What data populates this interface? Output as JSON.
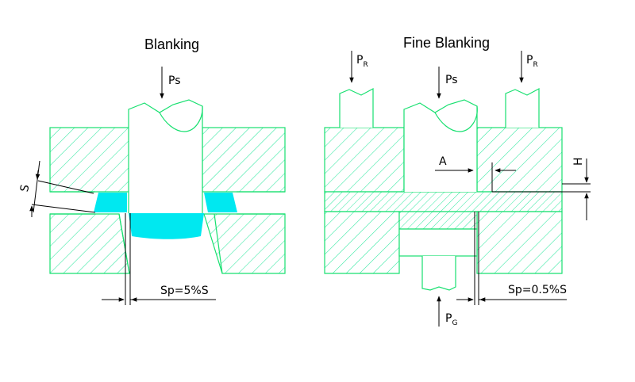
{
  "blanking": {
    "title": "Blanking",
    "force_label": "Ps",
    "thickness_label": "S",
    "clearance_label": "Sp=5%S"
  },
  "fine_blanking": {
    "title": "Fine Blanking",
    "force_label": "Ps",
    "stinger_force_main": "P",
    "stinger_force_sub": "R",
    "counter_force_main": "P",
    "counter_force_sub": "G",
    "dim_a_label": "A",
    "dim_h_label": "H",
    "clearance_label": "Sp=0.5%S"
  },
  "colors": {
    "outline": "#18e070",
    "hatch": "#30e8a0",
    "sheet_fill": "#00e8f0",
    "dimension": "#000000"
  }
}
